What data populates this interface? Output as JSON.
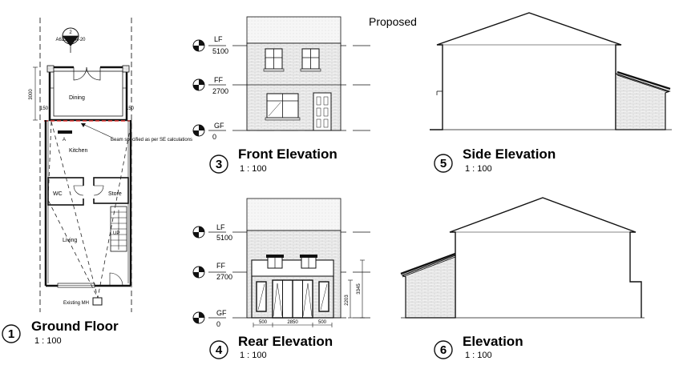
{
  "sheet": {
    "note": "Proposed"
  },
  "views": {
    "ground_floor": {
      "number": "1",
      "title": "Ground Floor",
      "scale": "1 : 100"
    },
    "front_elevation": {
      "number": "3",
      "title": "Front Elevation",
      "scale": "1 : 100"
    },
    "rear_elevation": {
      "number": "4",
      "title": "Rear Elevation",
      "scale": "1 : 100"
    },
    "side_elevation": {
      "number": "5",
      "title": "Side Elevation",
      "scale": "1 : 100"
    },
    "elevation": {
      "number": "6",
      "title": "Elevation",
      "scale": "1 : 100"
    }
  },
  "levels": {
    "lf": {
      "name": "LF",
      "value": "5100"
    },
    "ff": {
      "name": "FF",
      "value": "2700"
    },
    "gf": {
      "name": "GF",
      "value": "0"
    }
  },
  "plan": {
    "section_marker_number": "2",
    "section_marker_ref": "A625HS-A-20",
    "dim_depth": "3000",
    "dim_left": "150",
    "dim_right": "150",
    "beam_note": "Beam specified as per SE calculations",
    "column_tag": "A",
    "rooms": {
      "dining": "Dining",
      "kitchen": "Kitchen",
      "wc": "WC",
      "store": "Store",
      "living": "Living",
      "stair_up": "UP"
    },
    "existing_mh": "Existing MH"
  },
  "rear_dims": {
    "left": "500",
    "middle": "2850",
    "right": "500",
    "height_inner": "2203",
    "height_outer": "3345"
  }
}
